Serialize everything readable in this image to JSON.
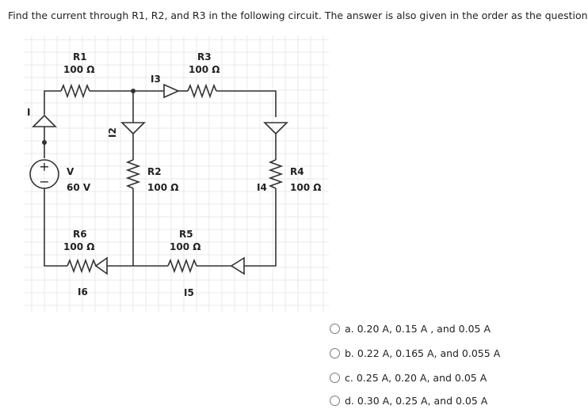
{
  "question": "Find the current through R1, R2, and R3 in the following circuit. The answer is also given in the order as the question",
  "circuit": {
    "source_current_label": "I",
    "source_plus": "+",
    "source_minus": "−",
    "source_name": "V",
    "source_value": "60 V",
    "R1": {
      "name": "R1",
      "value": "100 Ω"
    },
    "R2": {
      "name": "R2",
      "value": "100 Ω"
    },
    "R3": {
      "name": "R3",
      "value": "100 Ω"
    },
    "R4": {
      "name": "R4",
      "value": "100 Ω"
    },
    "R5": {
      "name": "R5",
      "value": "100 Ω"
    },
    "R6": {
      "name": "R6",
      "value": "100 Ω"
    },
    "currents": {
      "I2": "I2",
      "I3": "I3",
      "I4": "I4",
      "I5": "I5",
      "I6": "I6"
    }
  },
  "options": [
    {
      "label": "a. 0.20 A, 0.15 A , and 0.05 A"
    },
    {
      "label": "b. 0.22 A, 0.165 A, and 0.055 A"
    },
    {
      "label": "c. 0.25 A, 0.20 A, and 0.05 A"
    },
    {
      "label": "d. 0.30 A, 0.25 A, and 0.05 A"
    }
  ]
}
